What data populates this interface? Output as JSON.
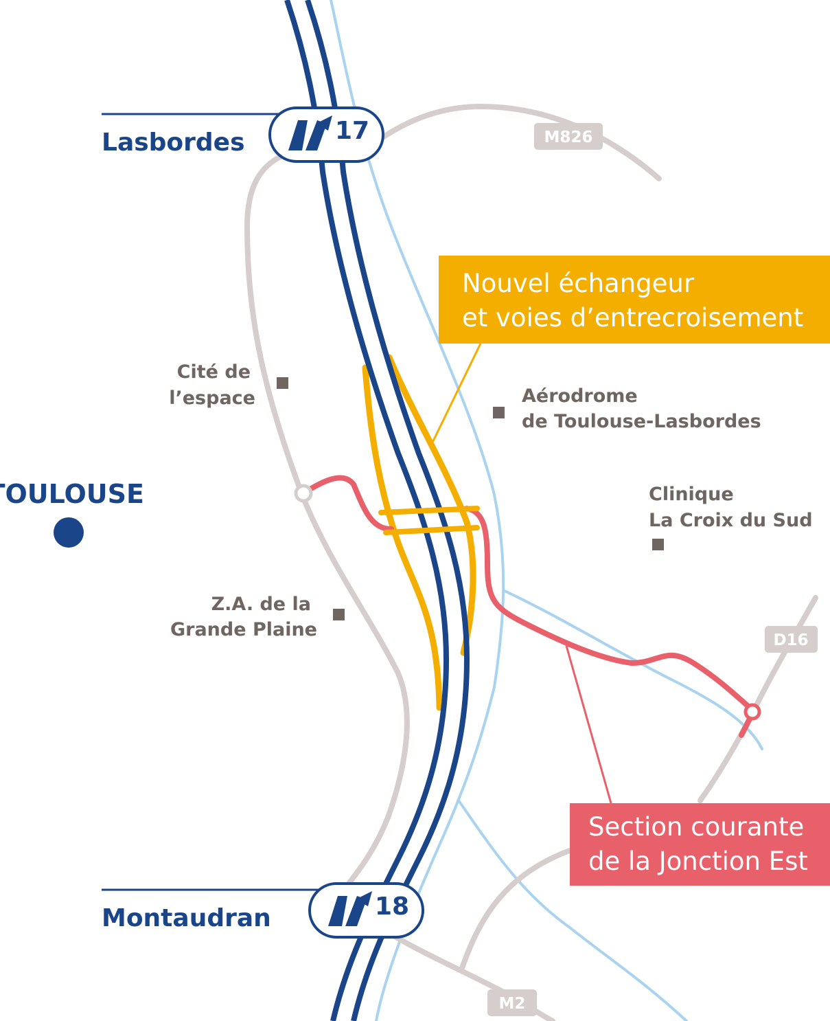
{
  "interchanges": [
    {
      "id": "lasbordes",
      "name": "Lasbordes",
      "number": "17"
    },
    {
      "id": "montaudran",
      "name": "Montaudran",
      "number": "18"
    }
  ],
  "city": {
    "name": "TOULOUSE"
  },
  "places": [
    {
      "id": "cite-espace",
      "lines": [
        "Cité de",
        "l’espace"
      ]
    },
    {
      "id": "aerodrome",
      "lines": [
        "Aérodrome",
        "de Toulouse-Lasbordes"
      ]
    },
    {
      "id": "clinique",
      "lines": [
        "Clinique",
        "La Croix du Sud"
      ]
    },
    {
      "id": "za-grande-plaine",
      "lines": [
        "Z.A. de la",
        "Grande Plaine"
      ]
    }
  ],
  "roads": [
    {
      "id": "m826",
      "label": "M826"
    },
    {
      "id": "d16",
      "label": "D16"
    },
    {
      "id": "m2",
      "label": "M2"
    }
  ],
  "callouts": {
    "new_interchange": {
      "lines": [
        "Nouvel échangeur",
        "et voies d’entrecroisement"
      ],
      "color": "#f4ae00"
    },
    "main_section": {
      "lines": [
        "Section courante",
        "de la Jonction Est"
      ],
      "color": "#e8606a"
    }
  },
  "colors": {
    "motorway": "#1b4589",
    "river": "#a9d3ef",
    "secondary_road": "#d5cecc",
    "place_marker": "#6f6662"
  }
}
